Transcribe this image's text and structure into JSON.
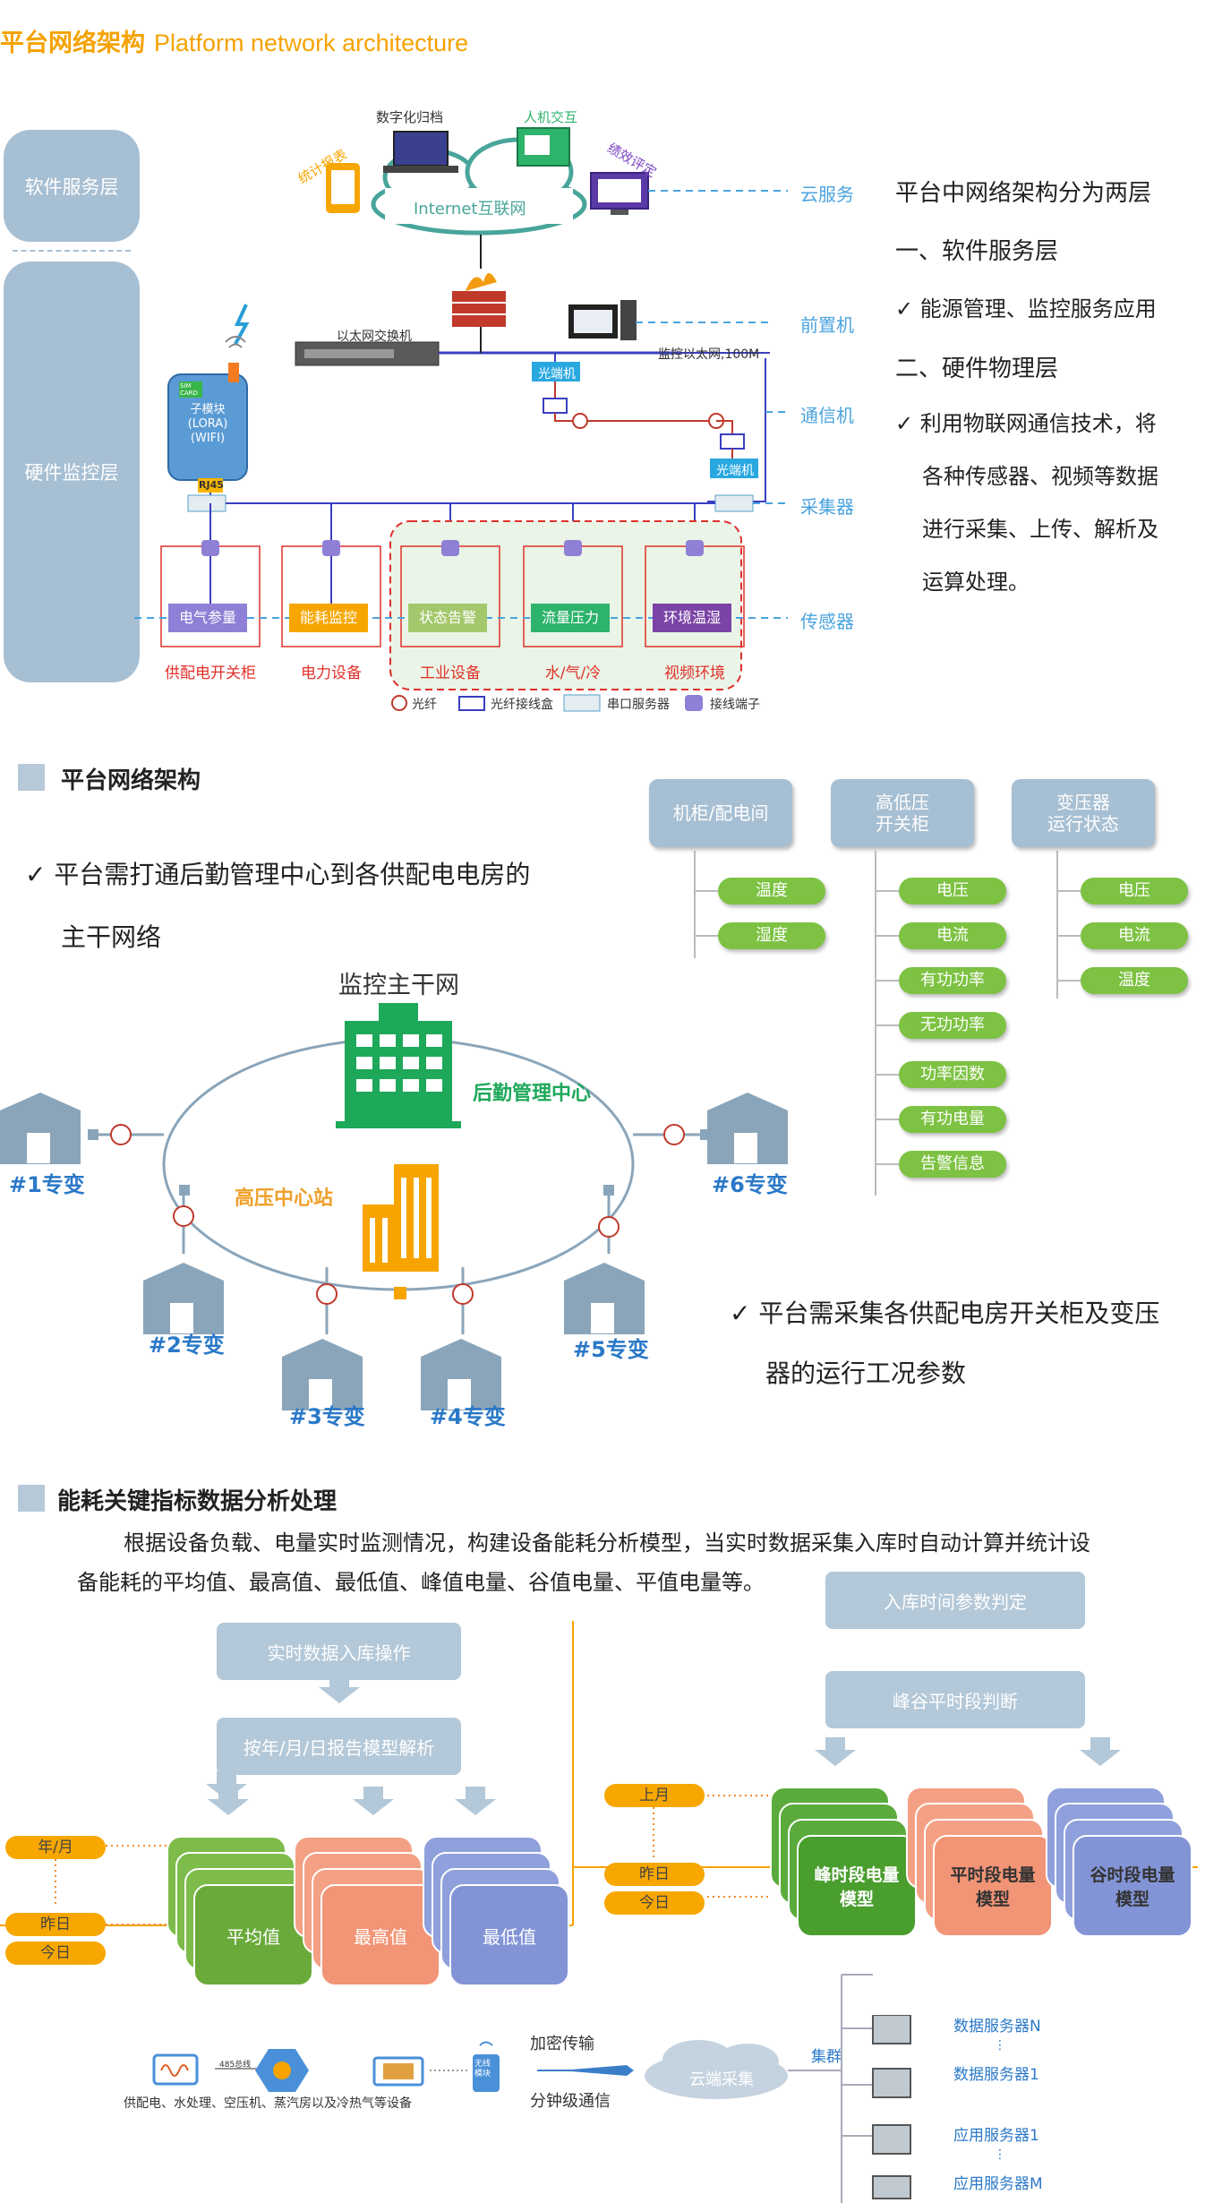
{
  "header": {
    "title_cn": "平台网络架构",
    "title_en": "Platform network architecture"
  },
  "layers": {
    "software": "软件服务层",
    "hardware": "硬件监控层"
  },
  "top_icons": {
    "digital": "数字化归档",
    "hmi": "人机交互",
    "stats": "统计报表",
    "perf": "绩效评定",
    "internet": "Internet互联网"
  },
  "network": {
    "switch": "以太网交换机",
    "monitor_net": "监控以太网,100M",
    "fiber1": "光端机",
    "fiber2": "光端机",
    "module": "子模块\n(LORA)\n(WIFI)",
    "sim": "SIM\nCARD",
    "rj45": "RJ45"
  },
  "right_labels": [
    "云服务",
    "前置机",
    "通信机",
    "采集器",
    "传感器"
  ],
  "sensor_boxes": [
    "电气参量",
    "能耗监控",
    "状态告警",
    "流量压力",
    "环境温湿"
  ],
  "sensor_captions": [
    "供配电开关柜",
    "电力设备",
    "工业设备",
    "水/气/冷",
    "视频环境"
  ],
  "legend": [
    "光纤",
    "光纤接线盒",
    "串口服务器",
    "接线端子"
  ],
  "intro": {
    "line1": "平台中网络架构分为两层",
    "line2": "一、软件服务层",
    "line3": "能源管理、监控服务应用",
    "line4": "二、硬件物理层",
    "line5": "利用物联网通信技术，将",
    "line6": "各种传感器、视频等数据",
    "line7": "进行采集、上传、解析及",
    "line8": "运算处理。"
  },
  "section2": {
    "title": "平台网络架构",
    "check1a": "平台需打通后勤管理中心到各供配电电房的",
    "check1b": "主干网络",
    "backbone": "监控主干网",
    "center": "后勤管理中心",
    "hv": "高压中心站",
    "houses": [
      "#1专变",
      "#2专变",
      "#3专变",
      "#4专变",
      "#5专变",
      "#6专变"
    ],
    "check2a": "平台需采集各供配电房开关柜及变压",
    "check2b": "器的运行工况参数"
  },
  "param_tree": {
    "col1": {
      "head": "机柜/配电间",
      "items": [
        "温度",
        "湿度"
      ]
    },
    "col2": {
      "head": "高低压\n开关柜",
      "items": [
        "电压",
        "电流",
        "有功功率",
        "无功功率",
        "功率因数",
        "有功电量",
        "告警信息"
      ]
    },
    "col3": {
      "head": "变压器\n运行状态",
      "items": [
        "电压",
        "电流",
        "温度"
      ]
    }
  },
  "section3": {
    "title": "能耗关键指标数据分析处理",
    "para1": "根据设备负载、电量实时监测情况，构建设备能耗分析模型，当实时数据采集入库时自动计算并统计设",
    "para2": "备能耗的平均值、最高值、最低值、峰值电量、谷值电量、平值电量等。"
  },
  "flow_left": {
    "step1": "实时数据入库操作",
    "step2": "按年/月/日报告模型解析",
    "periods": [
      "年/月",
      "昨日",
      "今日"
    ],
    "cards": [
      "平均值",
      "最高值",
      "最低值"
    ]
  },
  "flow_right": {
    "step1": "入库时间参数判定",
    "step2": "峰谷平时段判断",
    "periods": [
      "上月",
      "昨日",
      "今日"
    ],
    "cards": [
      "峰时段电量\n模型",
      "平时段电量\n模型",
      "谷时段电量\n模型"
    ]
  },
  "bottom": {
    "devices_caption": "供配电、水处理、空压机、蒸汽房以及冷热气等设备",
    "bus485": "485总线",
    "wireless": "无线\n模块",
    "encrypt": "加密传输",
    "minute": "分钟级通信",
    "cloud": "云端采集",
    "cluster": "集群",
    "servers": [
      "数据服务器N",
      "数据服务器1",
      "应用服务器1",
      "应用服务器M"
    ]
  },
  "colors": {
    "accent_orange": "#f5a200",
    "layer_blue": "#a7bfd3",
    "green": "#7dc242",
    "salmon": "#f4a084",
    "lavender": "#8fa0dc",
    "dark_green": "#5aab3c"
  }
}
